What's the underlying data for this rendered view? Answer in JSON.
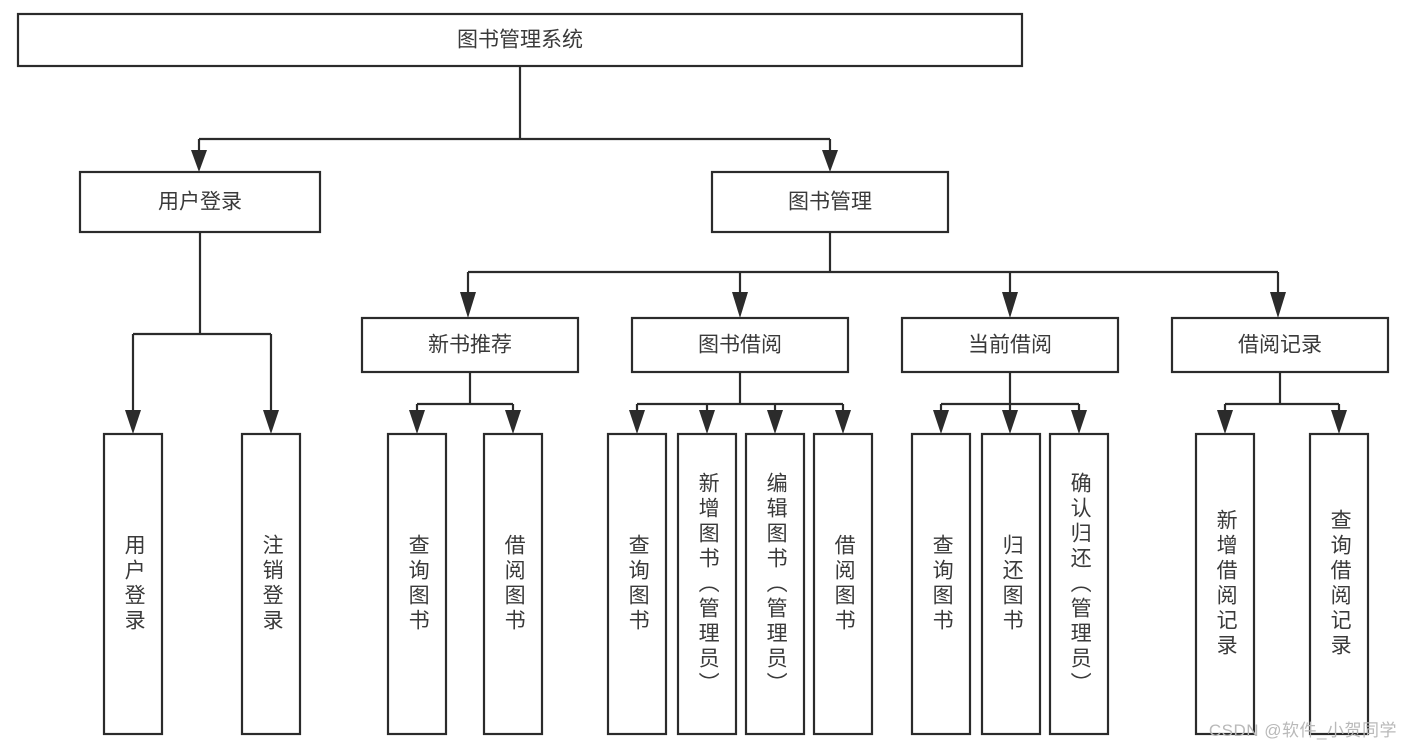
{
  "diagram": {
    "type": "tree-hierarchy-chart",
    "title": "图书管理系统",
    "orientation": "top-down",
    "colors": {
      "box_stroke": "#2b2b2b",
      "box_fill": "#ffffff",
      "text": "#3a3a3a",
      "connector": "#2b2b2b",
      "background": "#ffffff",
      "watermark": "#b9b9b9"
    },
    "root": {
      "label": "图书管理系统"
    },
    "level2": [
      {
        "label": "用户登录"
      },
      {
        "label": "图书管理"
      }
    ],
    "level3": [
      {
        "label": "新书推荐"
      },
      {
        "label": "图书借阅"
      },
      {
        "label": "当前借阅"
      },
      {
        "label": "借阅记录"
      }
    ],
    "leaves": {
      "user_login": [
        {
          "label": "用户登录"
        },
        {
          "label": "注销登录"
        }
      ],
      "new_book_recommend": [
        {
          "label": "查询图书"
        },
        {
          "label": "借阅图书"
        }
      ],
      "book_borrow": [
        {
          "label": "查询图书"
        },
        {
          "label": "新增图书（管理员）"
        },
        {
          "label": "编辑图书（管理员）"
        },
        {
          "label": "借阅图书"
        }
      ],
      "current_borrow": [
        {
          "label": "查询图书"
        },
        {
          "label": "归还图书"
        },
        {
          "label": "确认归还（管理员）"
        }
      ],
      "borrow_record": [
        {
          "label": "新增借阅记录"
        },
        {
          "label": "查询借阅记录"
        }
      ]
    }
  },
  "watermark": {
    "text": "CSDN @软件_小贺同学"
  }
}
